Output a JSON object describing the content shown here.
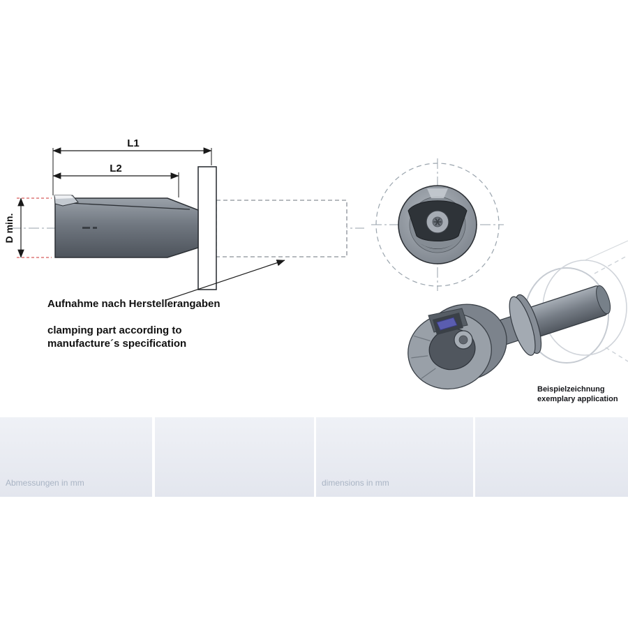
{
  "side_view": {
    "dim_l1": "L1",
    "dim_l2": "L2",
    "dim_d_min": "D min.",
    "note_de": "Aufnahme nach Herstellerangaben",
    "note_en_line1": "clamping part according to",
    "note_en_line2": "manufacture´s specification"
  },
  "example_view": {
    "caption_de": "Beispielzeichnung",
    "caption_en": "exemplary application"
  },
  "footer": {
    "left_label": "Abmessungen in mm",
    "right_label": "dimensions in mm"
  },
  "colors": {
    "tool_gray": "#6e7580",
    "tool_dark": "#2e3338",
    "insert_accent": "#5a5db0",
    "centerline_gray": "#97a1ab",
    "extension_red": "#cc3333",
    "footer_bg": "#e8ebf1",
    "footer_label": "#a9b4c4"
  }
}
